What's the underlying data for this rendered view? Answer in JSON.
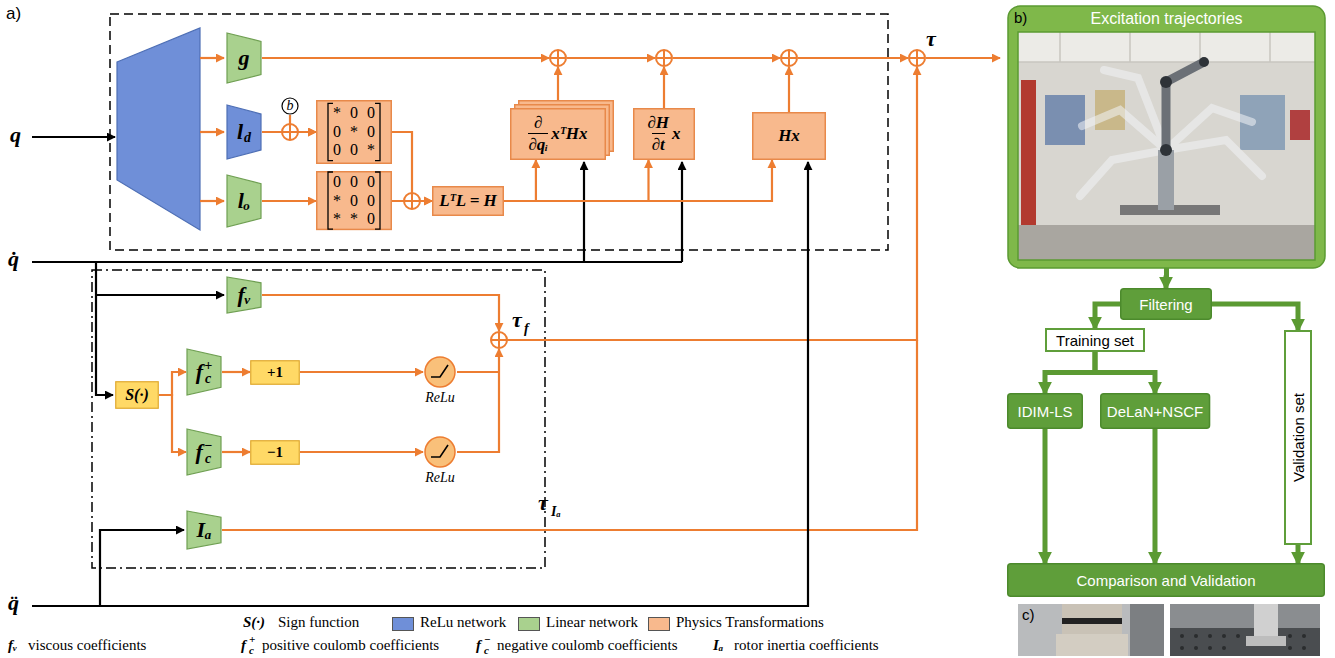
{
  "diagram": {
    "nodes": [
      {
        "text": [
          "g"
        ]
      },
      {
        "text": [
          "l",
          "d"
        ]
      },
      {
        "text": [
          "lₒ"
        ]
      },
      {
        "text": [
          "b"
        ]
      },
      {
        "text": [
          "* 0 0",
          "0 * 0",
          "0 0 *"
        ]
      },
      {
        "text": [
          "0 0 0",
          "* 0 0",
          "* * 0"
        ]
      },
      {
        "text": [
          "LᵀL = H"
        ]
      },
      {
        "text": [
          "∂",
          "∂qᵢ",
          "xᵀHx"
        ]
      },
      {
        "text": [
          "∂H",
          "∂t",
          "x"
        ]
      },
      {
        "text": [
          "Hx"
        ]
      },
      {
        "text": [
          "fᵥ"
        ]
      },
      {
        "text": [
          "S(·)"
        ]
      },
      {
        "text": [
          "f",
          "c",
          "+"
        ]
      },
      {
        "text": [
          "f",
          "c",
          "−"
        ]
      },
      {
        "text": [
          "+1"
        ]
      },
      {
        "text": [
          "−1"
        ]
      },
      {
        "text": [
          "ReLu"
        ]
      },
      {
        "text": [
          "ReLu"
        ]
      },
      {
        "text": [
          "Iₐ"
        ]
      },
      {
        "text": [
          "Excitation trajectories"
        ]
      },
      {
        "text": [
          "Filtering"
        ]
      },
      {
        "text": [
          "Training set"
        ]
      },
      {
        "text": [
          "Validation set"
        ]
      },
      {
        "text": [
          "IDIM-LS"
        ]
      },
      {
        "text": [
          "DeLaN+NSCF"
        ]
      },
      {
        "text": [
          "Comparison and Validation"
        ]
      }
    ],
    "edges": [
      {
        "from": 1,
        "to": 4,
        "arrow": "to"
      },
      {
        "from": 3,
        "to": 4,
        "arrow": "to"
      },
      {
        "from": 2,
        "to": 5,
        "arrow": "to"
      },
      {
        "from": 4,
        "to": 6,
        "arrow": "to"
      },
      {
        "from": 5,
        "to": 6,
        "arrow": "to"
      },
      {
        "from": 6,
        "to": 7,
        "arrow": "to"
      },
      {
        "from": 6,
        "to": 8,
        "arrow": "to"
      },
      {
        "from": 6,
        "to": 9,
        "arrow": "to"
      },
      {
        "from": 11,
        "to": 12,
        "arrow": "to"
      },
      {
        "from": 11,
        "to": 13,
        "arrow": "to"
      },
      {
        "from": 12,
        "to": 14,
        "arrow": "to"
      },
      {
        "from": 14,
        "to": 16,
        "arrow": "to"
      },
      {
        "from": 13,
        "to": 15,
        "arrow": "to"
      },
      {
        "from": 15,
        "to": 17,
        "arrow": "to"
      },
      {
        "from": 19,
        "to": 20,
        "arrow": "to"
      },
      {
        "from": 20,
        "to": 21,
        "arrow": "to"
      },
      {
        "from": 20,
        "to": 22,
        "arrow": "to"
      },
      {
        "from": 21,
        "to": 23,
        "arrow": "to"
      },
      {
        "from": 21,
        "to": 24,
        "arrow": "to"
      },
      {
        "from": 23,
        "to": 25,
        "arrow": "to"
      },
      {
        "from": 24,
        "to": 25,
        "arrow": "to"
      },
      {
        "from": 22,
        "to": 25,
        "arrow": "to"
      }
    ],
    "labels": [
      "a)",
      "q",
      "τ",
      "q̇",
      "τ",
      "f",
      "τ",
      "Iₐ",
      "q̈",
      "S(·)",
      "Sign function",
      "fᵥ",
      "viscous coefficients",
      "f",
      "c",
      "+",
      "positive coulomb coefficients",
      "f",
      "c",
      "−",
      "negative coulomb coefficients",
      "Iₐ",
      "rotor inertia coefficients",
      "b)",
      "c)"
    ],
    "legend": [
      {
        "text": "ReLu network",
        "color": "#6f8fd8"
      },
      {
        "text": "Linear network",
        "color": "#a9d18e"
      },
      {
        "text": "Physics Transformations",
        "color": "#f8b98d"
      }
    ]
  }
}
